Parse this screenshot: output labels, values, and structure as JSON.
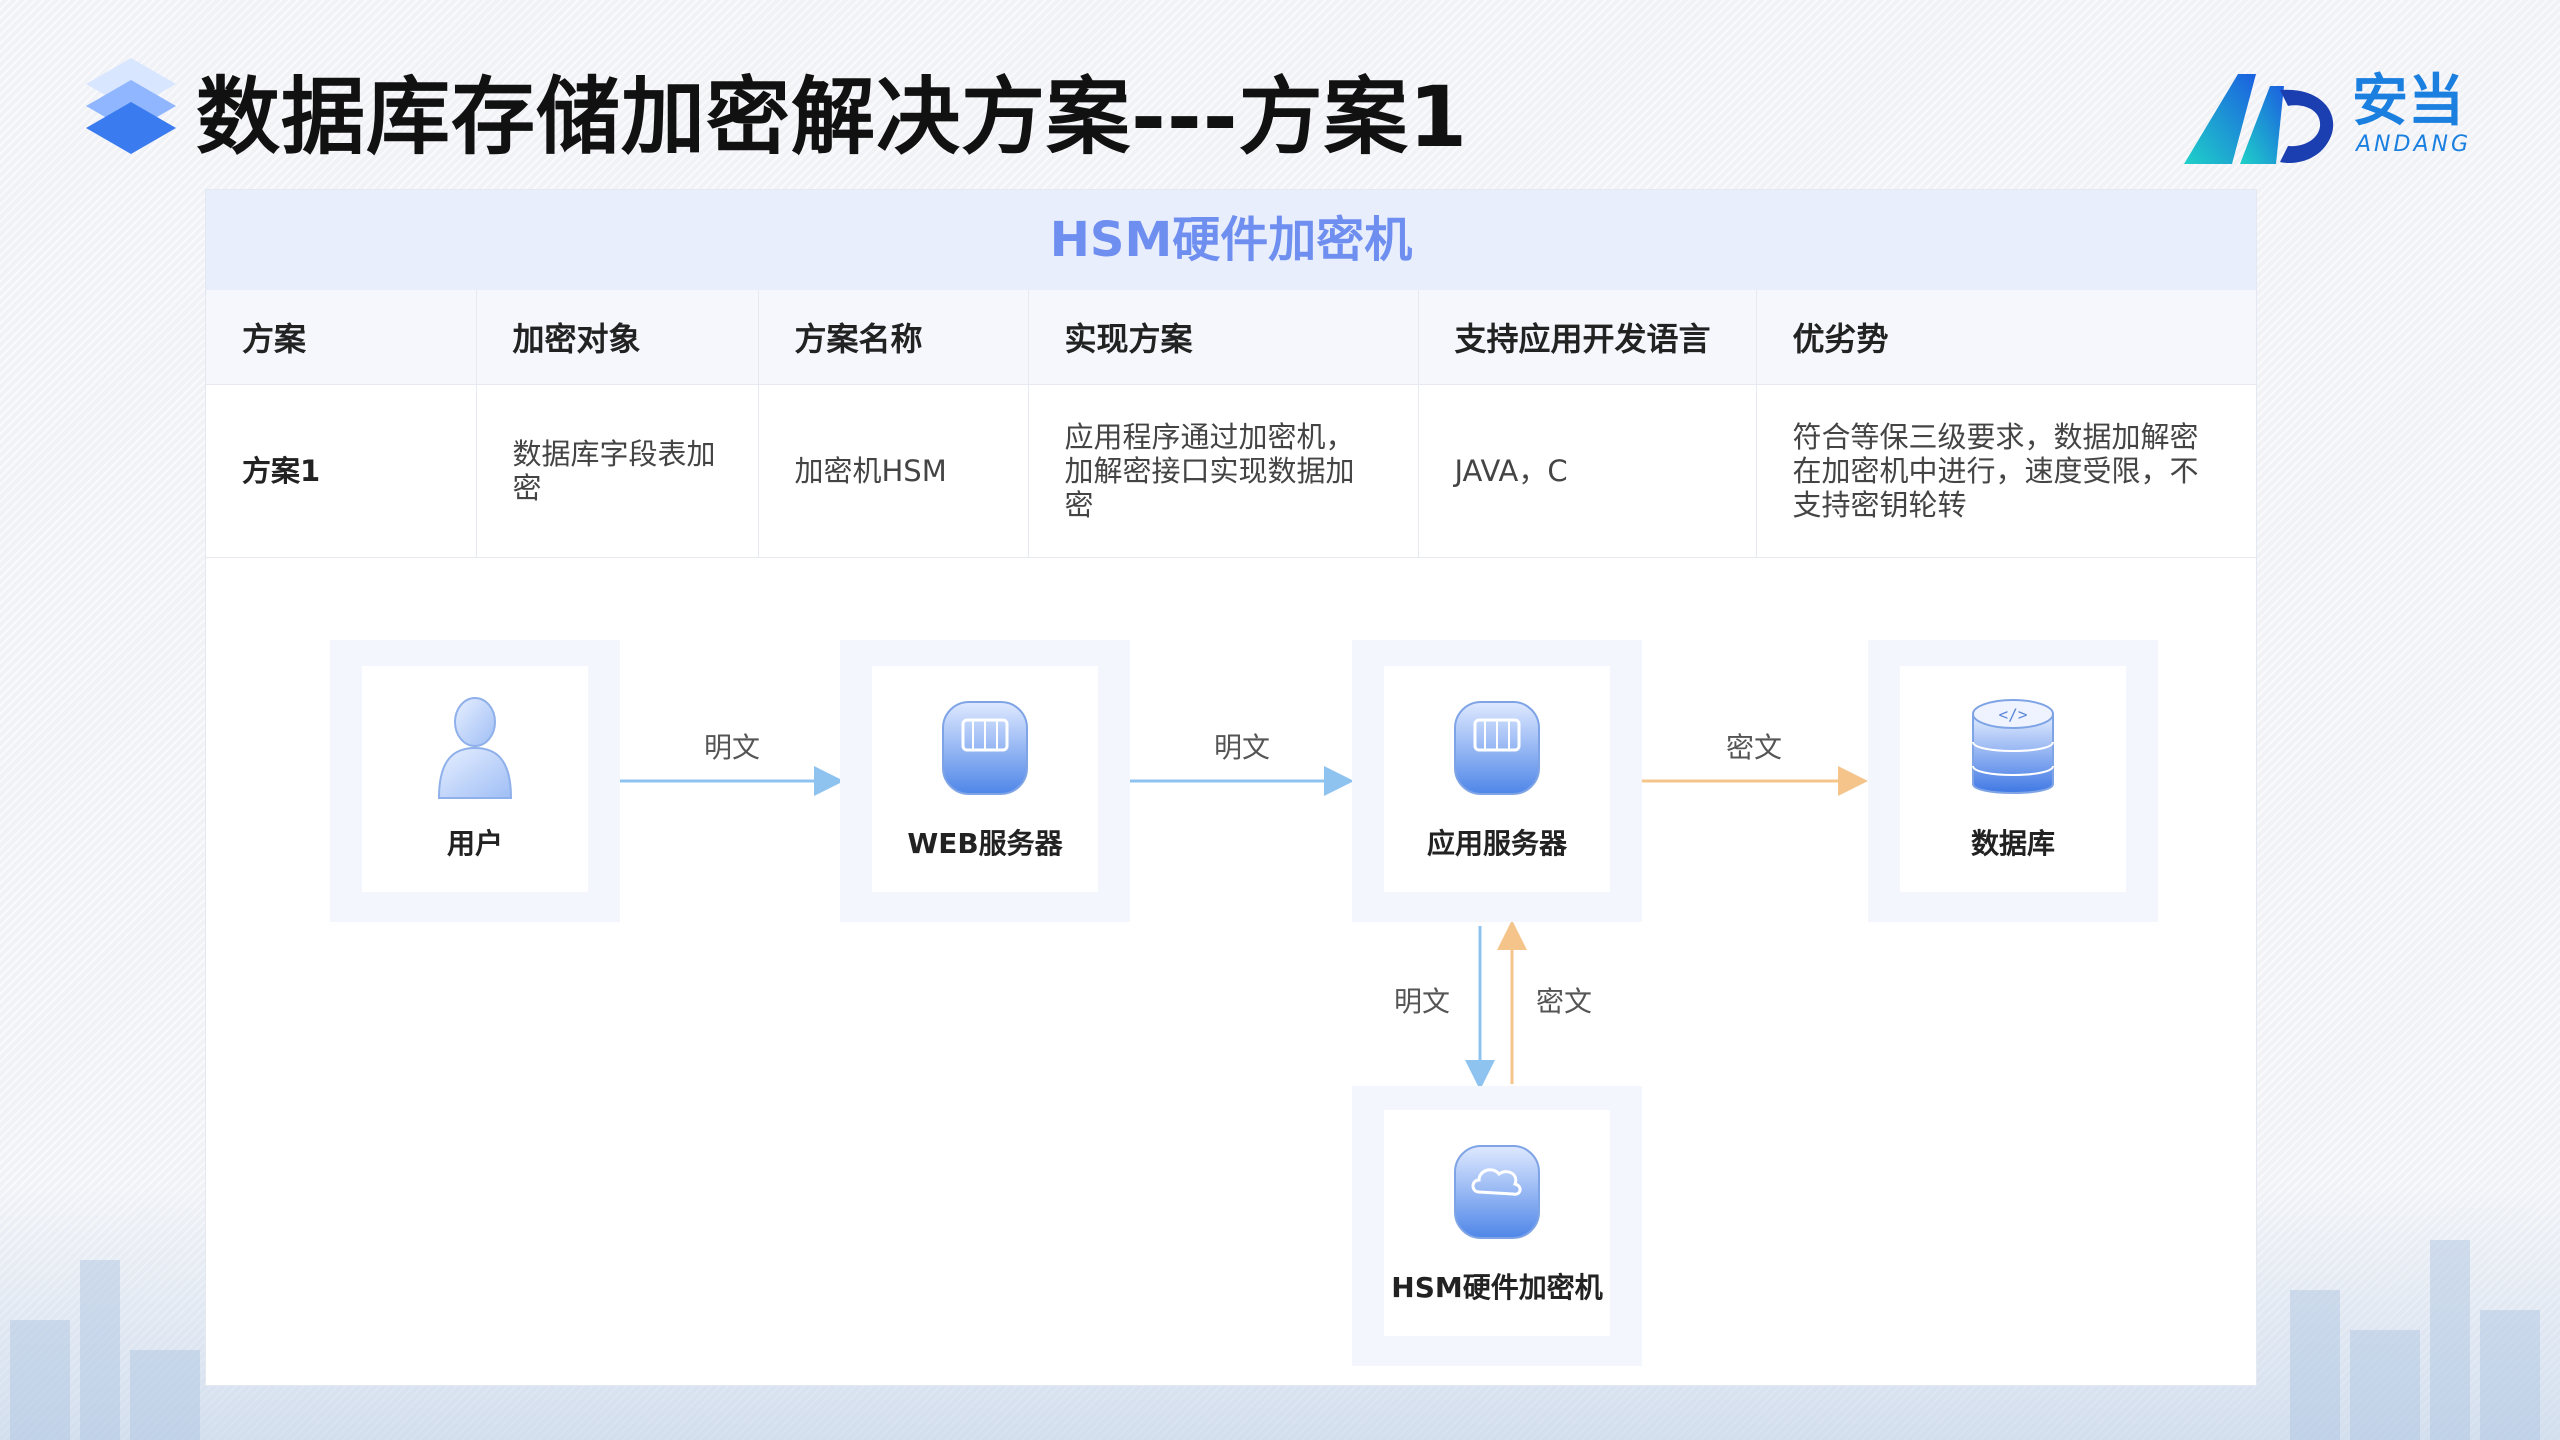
{
  "header": {
    "title": "数据库存储加密解决方案---方案1",
    "brand_cn": "安当",
    "brand_en": "ANDANG"
  },
  "card": {
    "heading": "HSM硬件加密机",
    "columns": [
      "方案",
      "加密对象",
      "方案名称",
      "实现方案",
      "支持应用开发语言",
      "优劣势"
    ],
    "row": [
      "方案1",
      "数据库字段表加密",
      "加密机HSM",
      "应用程序通过加密机，加解密接口实现数据加密",
      "JAVA，C",
      "符合等保三级要求，数据加解密在加密机中进行，速度受限，不支持密钥轮转"
    ]
  },
  "diagram": {
    "nodes": {
      "user": "用户",
      "web": "WEB服务器",
      "app": "应用服务器",
      "db": "数据库",
      "hsm": "HSM硬件加密机"
    },
    "edges": {
      "user_web": "明文",
      "web_app": "明文",
      "app_db": "密文",
      "app_hsm": "明文",
      "hsm_app": "密文"
    }
  },
  "colors": {
    "title_accent": "#6f8ff0",
    "plain_arrow": "#8ec3f0",
    "cipher_arrow": "#f4c48a",
    "brand": "#1b7fe0"
  }
}
